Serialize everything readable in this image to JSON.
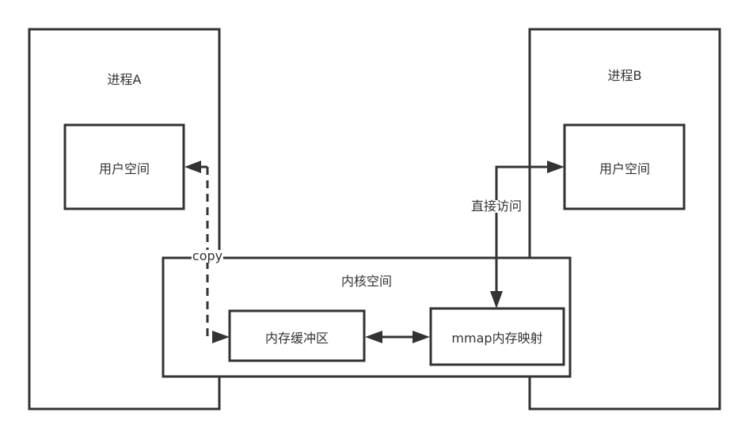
{
  "diagram": {
    "type": "architecture",
    "stroke_color": "#333333",
    "background_color": "#ffffff",
    "nodes": {
      "process_a": "进程A",
      "process_b": "进程B",
      "user_space_a": "用户空间",
      "user_space_b": "用户空间",
      "kernel_space": "内核空间",
      "memory_buffer": "内存缓冲区",
      "mmap_mapping": "mmap内存映射"
    },
    "edges": {
      "copy": {
        "from": "memory_buffer",
        "to": "user_space_a",
        "label": "copy",
        "style": "dashed",
        "bidirectional": true
      },
      "direct_access": {
        "from": "mmap_mapping",
        "to": "user_space_b",
        "label": "直接访问",
        "style": "solid",
        "bidirectional": true
      },
      "buffer_mmap": {
        "from": "memory_buffer",
        "to": "mmap_mapping",
        "label": "",
        "style": "solid",
        "bidirectional": true
      }
    }
  }
}
